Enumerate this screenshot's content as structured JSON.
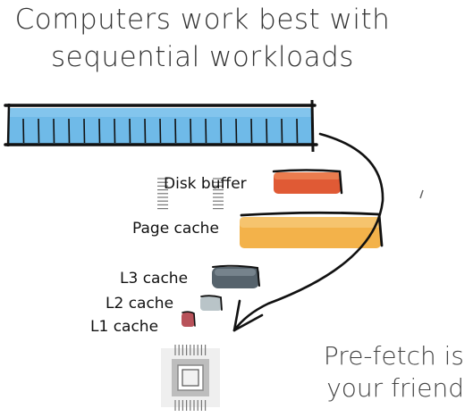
{
  "title": {
    "line1": "Computers work best with",
    "line2": "sequential workloads"
  },
  "labels": {
    "disk_buffer": "Disk buffer",
    "page_cache": "Page cache",
    "l3_cache": "L3 cache",
    "l2_cache": "L2 cache",
    "l1_cache": "L1 cache"
  },
  "caption": {
    "line1": "Pre-fetch is",
    "line2": "your friend"
  },
  "colors": {
    "workload_bar": "#5fb2e6",
    "disk_buffer": "#e05a35",
    "page_cache": "#f3b24a",
    "l3_cache": "#56636c",
    "l2_cache": "#b9c4c8",
    "l1_cache": "#b8525a"
  },
  "icons": {
    "cpu": "cpu-chip-icon",
    "arrow": "curved-arrow-icon"
  }
}
